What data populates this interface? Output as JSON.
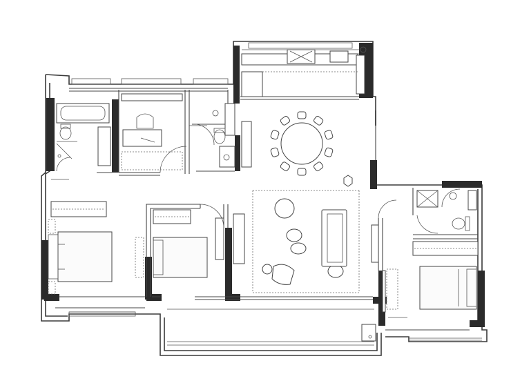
{
  "plan": {
    "rooms": [
      "bathroom-1",
      "wardrobe-room",
      "bathroom-2",
      "kitchen",
      "dining-area",
      "living-room",
      "bedroom-1",
      "bedroom-2",
      "bathroom-3",
      "master-bedroom",
      "balcony"
    ],
    "dining_chairs": 10
  },
  "colors": {
    "wall": "#2b2b2b",
    "line": "#444444",
    "background": "#ffffff"
  }
}
